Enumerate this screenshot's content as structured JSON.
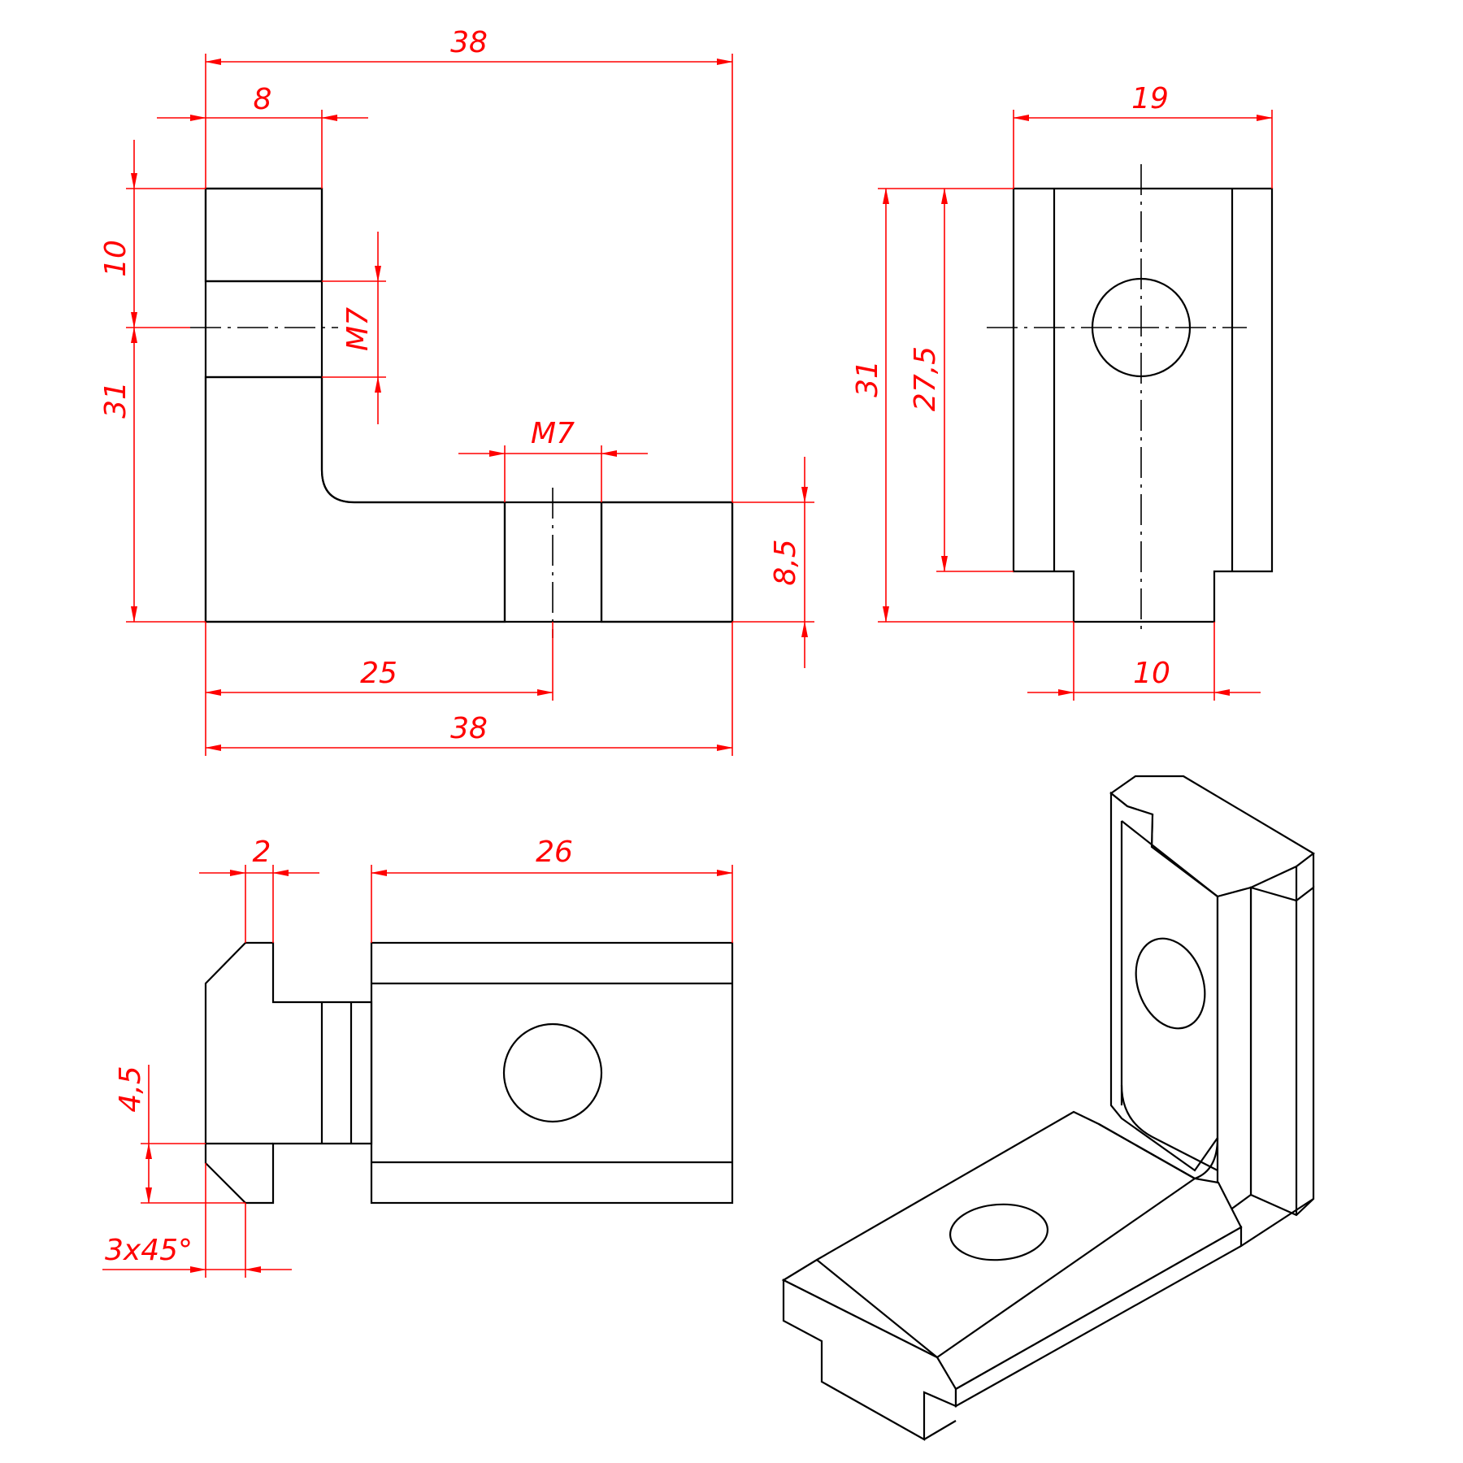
{
  "dimensions": {
    "front_width_top": "38",
    "front_wall_thickness": "8",
    "front_upper_height": "10",
    "front_lower_height": "31",
    "front_vertical_hole_thread": "M7",
    "front_horizontal_hole_thread": "M7",
    "front_base_thickness": "8,5",
    "front_hole_position": "25",
    "front_width_bottom": "38",
    "side_width": "19",
    "side_total_height": "31",
    "side_body_height": "27,5",
    "side_tongue_width": "10",
    "top_chamfer_step": "2",
    "top_length": "26",
    "top_tongue_height": "4,5",
    "top_chamfer": "3x45°"
  },
  "colors": {
    "outline": "#000000",
    "dimension": "#ff0000",
    "background": "#ffffff"
  }
}
